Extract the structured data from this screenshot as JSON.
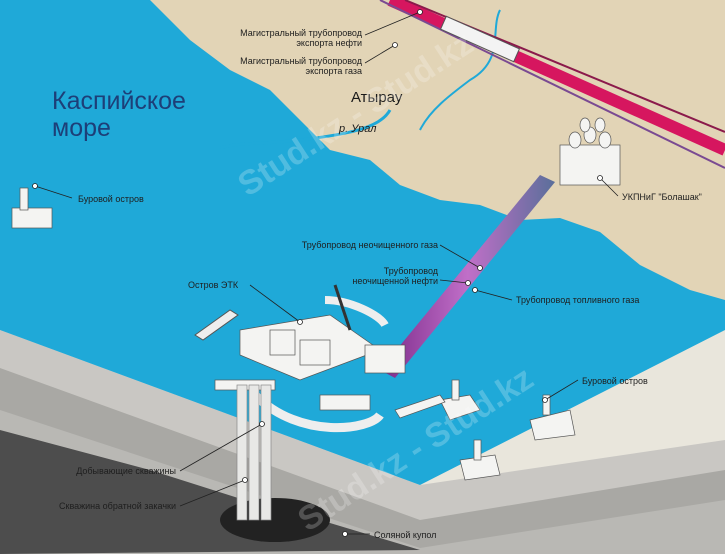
{
  "sea_title_line1": "Каспийское",
  "sea_title_line2": "море",
  "city": "Атырау",
  "river": "р. Урал",
  "labels": {
    "oil_pipeline": [
      "Магистральный трубопровод",
      "экспорта нефти"
    ],
    "gas_pipeline": [
      "Магистральный трубопровод",
      "экспорта газа"
    ],
    "drilling_island_left": "Буровой остров",
    "etk_island": "Остров ЭТК",
    "raw_gas_pipe": "Трубопровод неочищенного газа",
    "raw_oil_pipe": [
      "Трубопровод",
      "неочищенной нефти"
    ],
    "fuel_gas_pipe": "Трубопровод топливного газа",
    "bolashak": "УКПНиГ \"Болашак\"",
    "drilling_island_right": "Буровой остров",
    "production_wells": "Добывающие скважины",
    "injection_well": "Скважина обратной закачки",
    "salt_dome": "Соляной купол"
  },
  "watermark": "Stud.kz - Stud.kz",
  "colors": {
    "sea": "#1fa9d8",
    "land": "#e2d4b6",
    "rail": "#d6165f",
    "cross_section": "#c7c5c1"
  }
}
